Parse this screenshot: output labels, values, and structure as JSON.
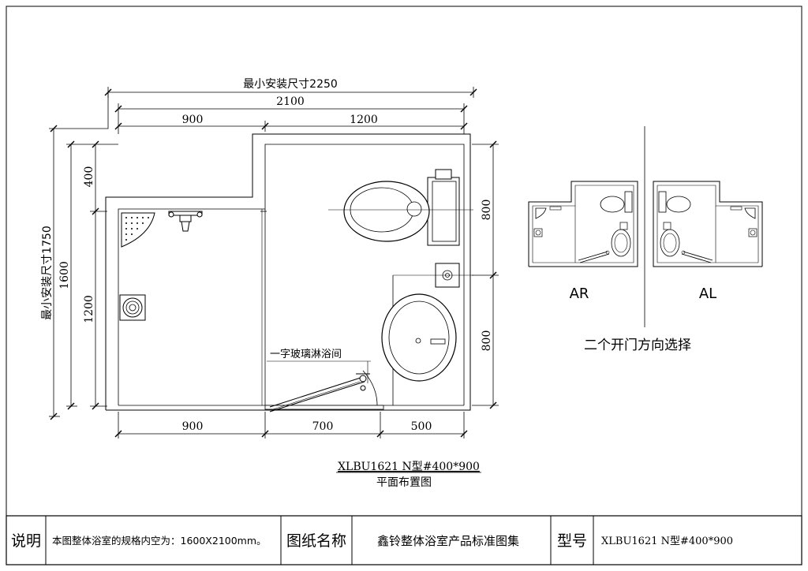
{
  "dimensions": {
    "min_install_width": "最小安装尺寸2250",
    "overall_width": "2100",
    "top_left": "900",
    "top_right": "1200",
    "bottom_left": "900",
    "bottom_mid": "700",
    "bottom_right": "500",
    "min_install_height": "最小安装尺寸1750",
    "height_1600": "1600",
    "height_1200": "1200",
    "height_400": "400",
    "right_upper": "800",
    "right_lower": "800"
  },
  "labels": {
    "shower_glass": "一字玻璃淋浴间",
    "drawing_code": "XLBU1621 N型#400*900",
    "drawing_subtitle": "平面布置图"
  },
  "variants": {
    "ar": "AR",
    "al": "AL",
    "caption": "二个开门方向选择"
  },
  "title_block": {
    "note_label": "说明",
    "note_text": "本图整体浴室的规格内空为：1600X2100mm。",
    "name_label": "图纸名称",
    "name_value": "鑫铃整体浴室产品标准图集",
    "model_label": "型号",
    "model_value": "XLBU1621 N型#400*900"
  }
}
